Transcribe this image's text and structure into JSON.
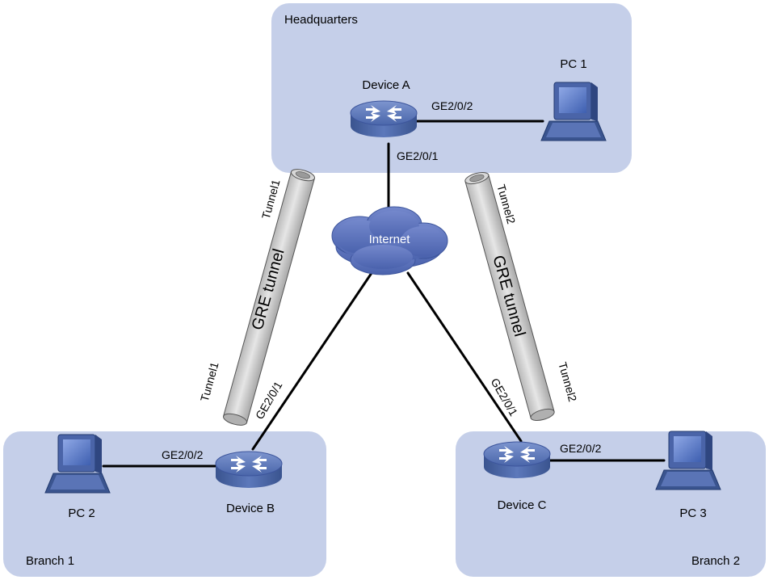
{
  "zones": {
    "headquarters": "Headquarters",
    "branch1": "Branch 1",
    "branch2": "Branch 2"
  },
  "devices": {
    "a": "Device A",
    "b": "Device B",
    "c": "Device C"
  },
  "pcs": {
    "pc1": "PC 1",
    "pc2": "PC 2",
    "pc3": "PC 3"
  },
  "cloud": {
    "label": "Internet"
  },
  "interfaces": {
    "a_ge202": "GE2/0/2",
    "a_ge201": "GE2/0/1",
    "b_ge202": "GE2/0/2",
    "b_ge201": "GE2/0/1",
    "c_ge202": "GE2/0/2",
    "c_ge201": "GE2/0/1"
  },
  "tunnels": {
    "left_label": "GRE tunnel",
    "right_label": "GRE tunnel",
    "left_top": "Tunnel1",
    "left_bottom": "Tunnel1",
    "right_top": "Tunnel2",
    "right_bottom": "Tunnel2"
  },
  "colors": {
    "zone_fill": "#c5cfe9",
    "device_blue": "#5b78b8",
    "cloud_blue": "#5a70b8",
    "tunnel_gray": "#cfcfcf",
    "link": "#000000"
  }
}
